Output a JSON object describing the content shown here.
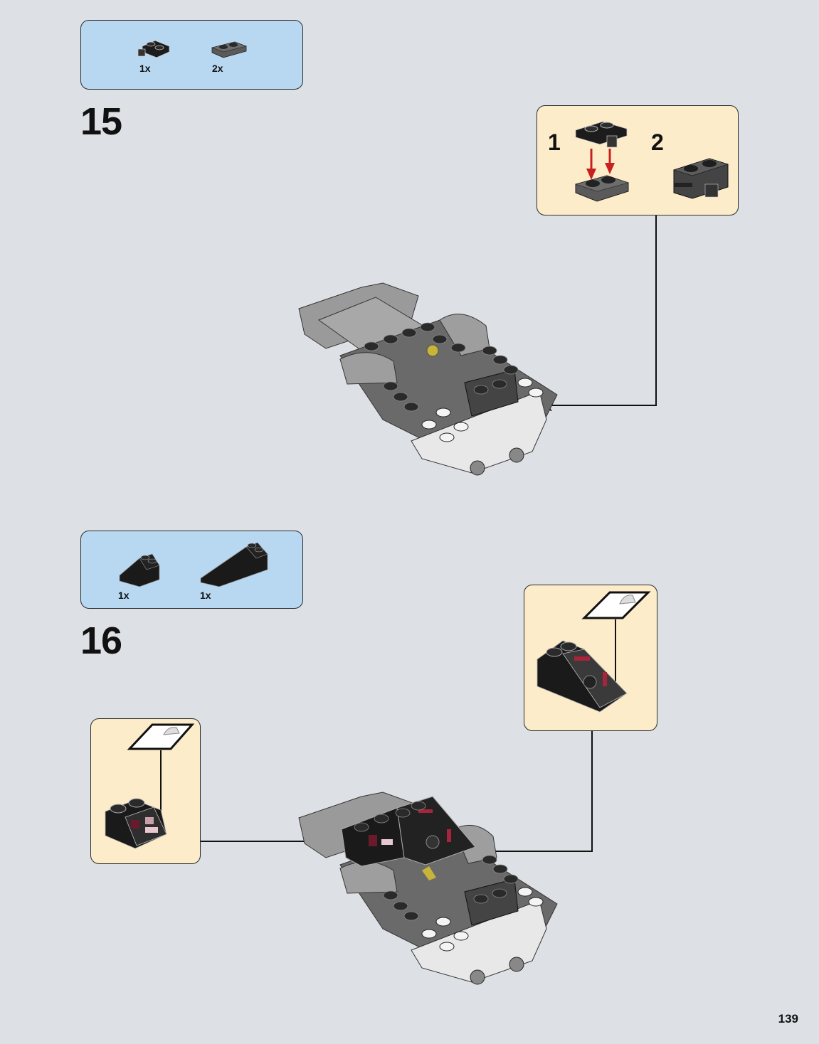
{
  "page": {
    "number": "139"
  },
  "steps": [
    {
      "number": "15",
      "parts": [
        {
          "name": "black hinge plate 1x2 with clip",
          "qty": "1x"
        },
        {
          "name": "dark gray plate 1x2",
          "qty": "2x"
        }
      ],
      "callout": {
        "substeps": [
          "1",
          "2"
        ]
      }
    },
    {
      "number": "16",
      "parts": [
        {
          "name": "black slope 2x2",
          "qty": "1x"
        },
        {
          "name": "black slope 2x4",
          "qty": "1x"
        }
      ],
      "callouts": [
        {
          "type": "sticker-application",
          "target": "slope 2x4 with sticker"
        },
        {
          "type": "sticker-application",
          "target": "slope 2x2 with sticker"
        }
      ]
    }
  ],
  "colors": {
    "page_bg": "#dde1e5",
    "parts_box_bg": "#b8d8f2",
    "callout_bg": "#fdecc9",
    "arrow_red": "#c8201e"
  }
}
